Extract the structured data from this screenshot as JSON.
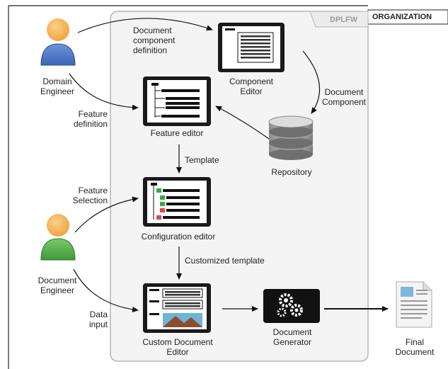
{
  "organization_tag": "ORGANIZATION",
  "framework_tag": "DPLFW",
  "actors": {
    "domain_engineer": "Domain\nEngineer",
    "document_engineer": "Document\nEngineer"
  },
  "components": {
    "component_editor": "Component\nEditor",
    "feature_editor": "Feature editor",
    "repository": "Repository",
    "configuration_editor": "Configuration editor",
    "custom_document_editor": "Custom Document\nEditor",
    "document_generator": "Document\nGenerator",
    "final_document": "Final\nDocument"
  },
  "flows": {
    "document_component_definition": "Document\ncomponent\ndefinition",
    "document_component": "Document\nComponent",
    "feature_definition": "Feature\ndefinition",
    "template": "Template",
    "feature_selection": "Feature\nSelection",
    "customized_template": "Customized template",
    "data_input": "Data\ninput"
  },
  "colors": {
    "domain_engineer_body": "#3a66b8",
    "document_engineer_body": "#3f9a3a",
    "head": "#f2a540",
    "framework_fill": "#f4f4f4",
    "framework_border": "#b5b5b5",
    "screen_frame": "#1a1a1a",
    "check_green": "#3aa64a",
    "check_red": "#d94a4a"
  }
}
